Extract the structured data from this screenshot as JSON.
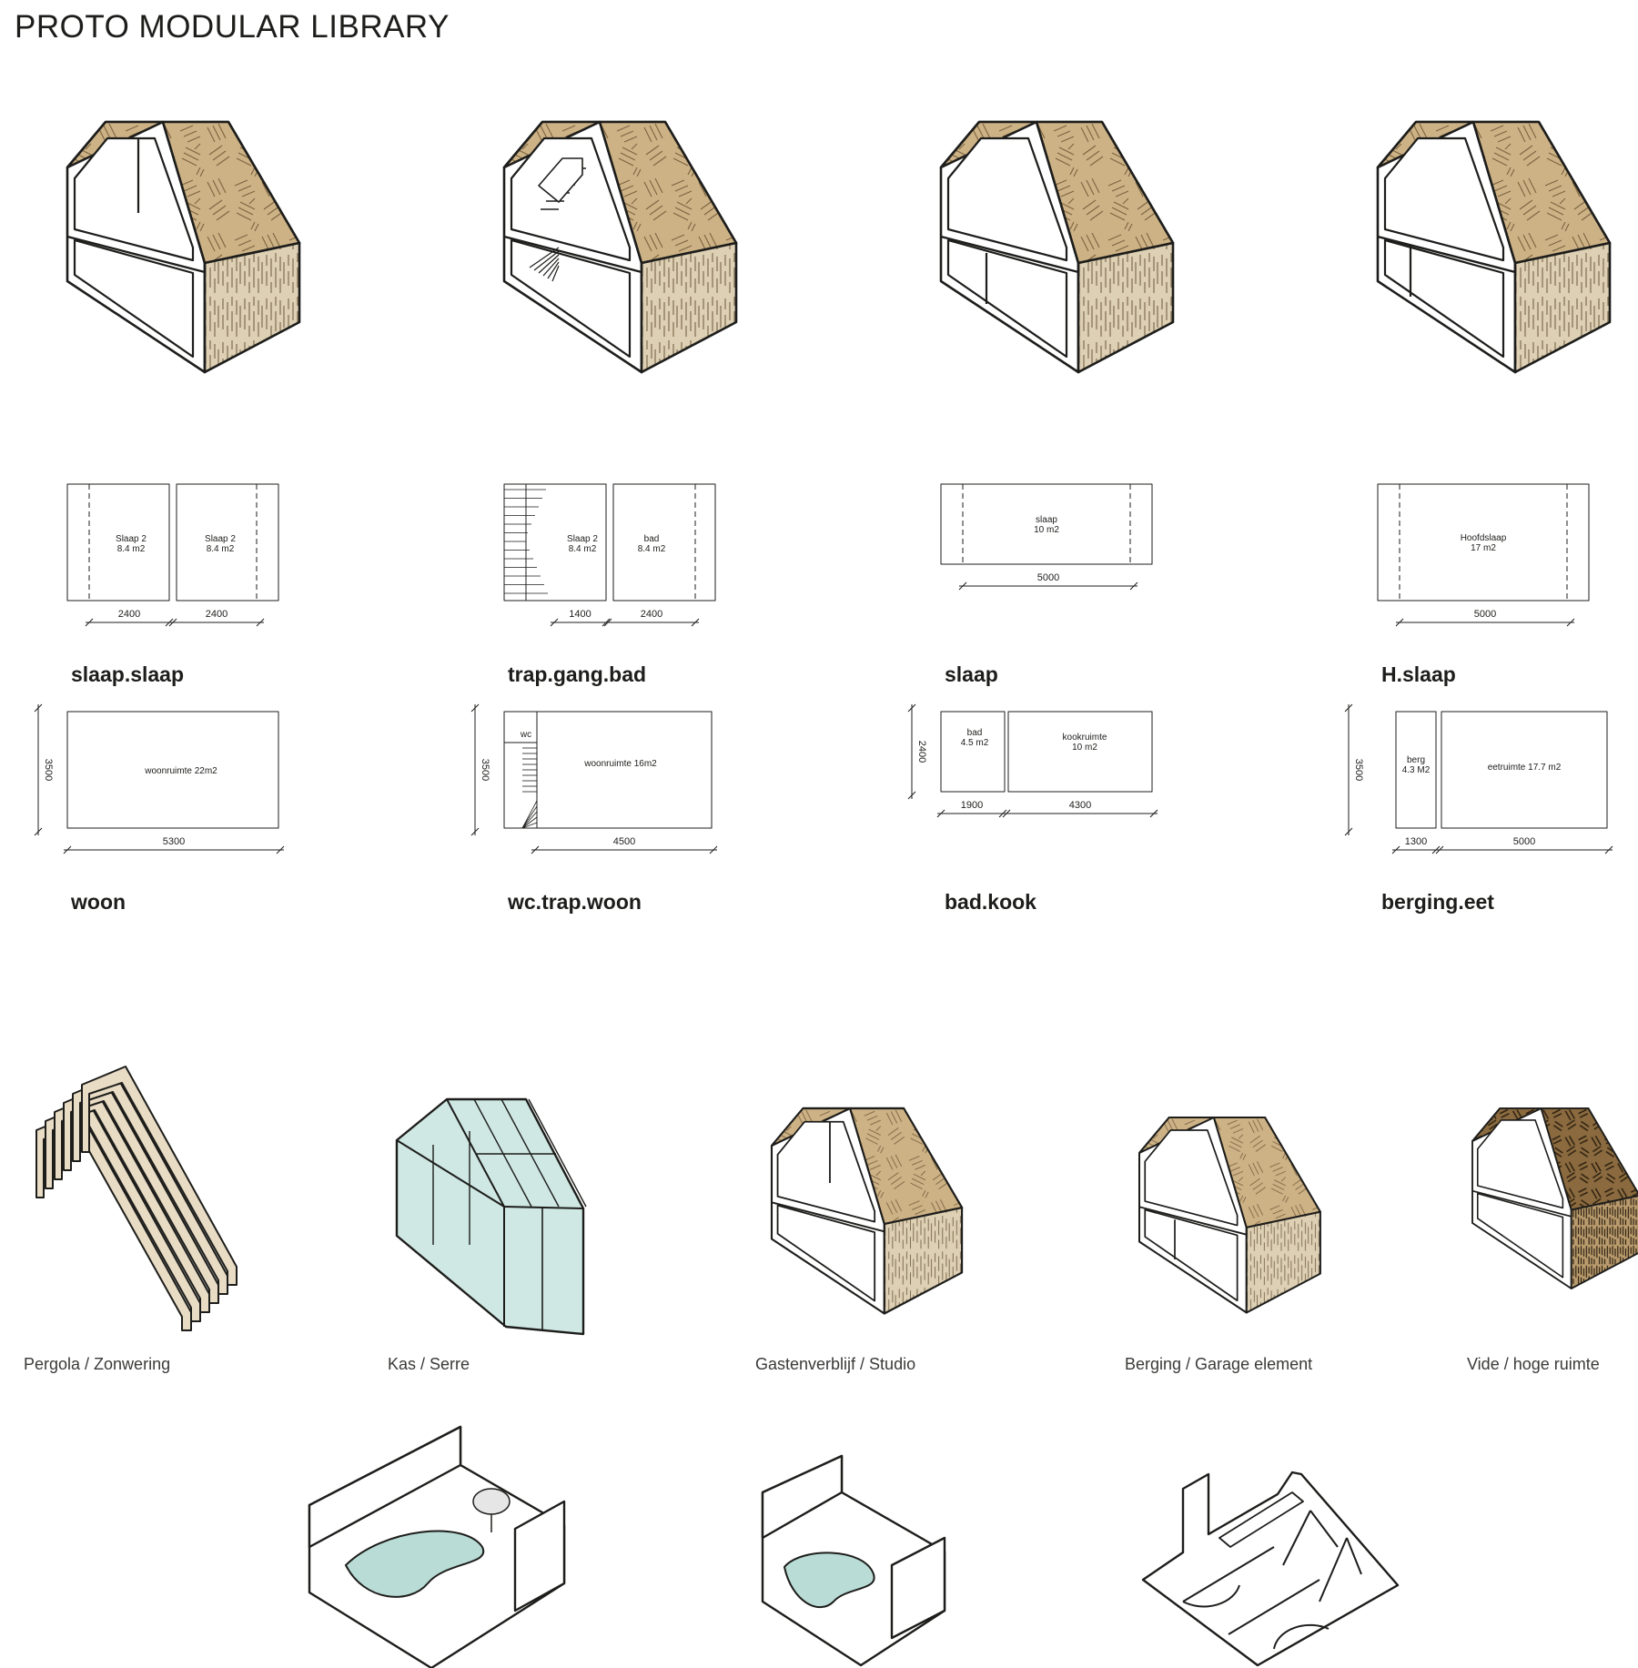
{
  "title": "PROTO MODULAR LIBRARY",
  "colors": {
    "ink": "#1d1d1b",
    "roof": "#cdb286",
    "roof_dark": "#a88a5c",
    "wall": "#ddd0b4",
    "glass": "#cfe8e3",
    "water": "#b9ddd6",
    "frame": "#e9dcc5"
  },
  "modules": [
    {
      "id": "m1",
      "interior": "two-rooms",
      "upper_plan": {
        "name": "slaap.slaap",
        "rooms": [
          {
            "label1": "Slaap 2",
            "label2": "8.4 m2"
          },
          {
            "label1": "Slaap 2",
            "label2": "8.4 m2"
          }
        ],
        "dims": [
          "2400",
          "2400"
        ]
      },
      "lower_plan": {
        "name": "woon",
        "rooms": [
          {
            "label1": "woonruimte 22m2",
            "label2": ""
          }
        ],
        "dims": [
          "5300"
        ],
        "side_dim": "3500"
      }
    },
    {
      "id": "m2",
      "interior": "stairs",
      "upper_plan": {
        "name": "trap.gang.bad",
        "rooms": [
          {
            "label1": "Slaap 2",
            "label2": "8.4 m2"
          },
          {
            "label1": "bad",
            "label2": "8.4 m2"
          }
        ],
        "dims": [
          "1400",
          "2400"
        ]
      },
      "lower_plan": {
        "name": "wc.trap.woon",
        "rooms": [
          {
            "label1": "wc",
            "label2": ""
          },
          {
            "label1": "woonruimte 16m2",
            "label2": ""
          }
        ],
        "dims": [
          "4500"
        ],
        "side_dim": "3500"
      }
    },
    {
      "id": "m3",
      "interior": "lower-split",
      "upper_plan": {
        "name": "slaap",
        "rooms": [
          {
            "label1": "slaap",
            "label2": "10 m2"
          }
        ],
        "dims": [
          "5000"
        ]
      },
      "lower_plan": {
        "name": "bad.kook",
        "rooms": [
          {
            "label1": "bad",
            "label2": "4.5 m2"
          },
          {
            "label1": "kookruimte",
            "label2": "10 m2"
          }
        ],
        "dims": [
          "1900",
          "4300"
        ],
        "side_dim": "2400"
      }
    },
    {
      "id": "m4",
      "interior": "lower-split-right",
      "upper_plan": {
        "name": "H.slaap",
        "rooms": [
          {
            "label1": "Hoofdslaap",
            "label2": "17 m2"
          }
        ],
        "dims": [
          "5000"
        ]
      },
      "lower_plan": {
        "name": "berging.eet",
        "rooms": [
          {
            "label1": "berg",
            "label2": "4.3 M2"
          },
          {
            "label1": "eetruimte 17.7 m2",
            "label2": ""
          }
        ],
        "dims": [
          "1300",
          "5000"
        ],
        "side_dim": "3500"
      }
    }
  ],
  "extensions": [
    {
      "id": "e1",
      "label": "Pergola / Zonwering"
    },
    {
      "id": "e2",
      "label": "Kas / Serre"
    },
    {
      "id": "e3",
      "label": "Gastenverblijf / Studio"
    },
    {
      "id": "e4",
      "label": "Berging / Garage element"
    },
    {
      "id": "e5",
      "label": "Vide / hoge ruimte"
    }
  ]
}
